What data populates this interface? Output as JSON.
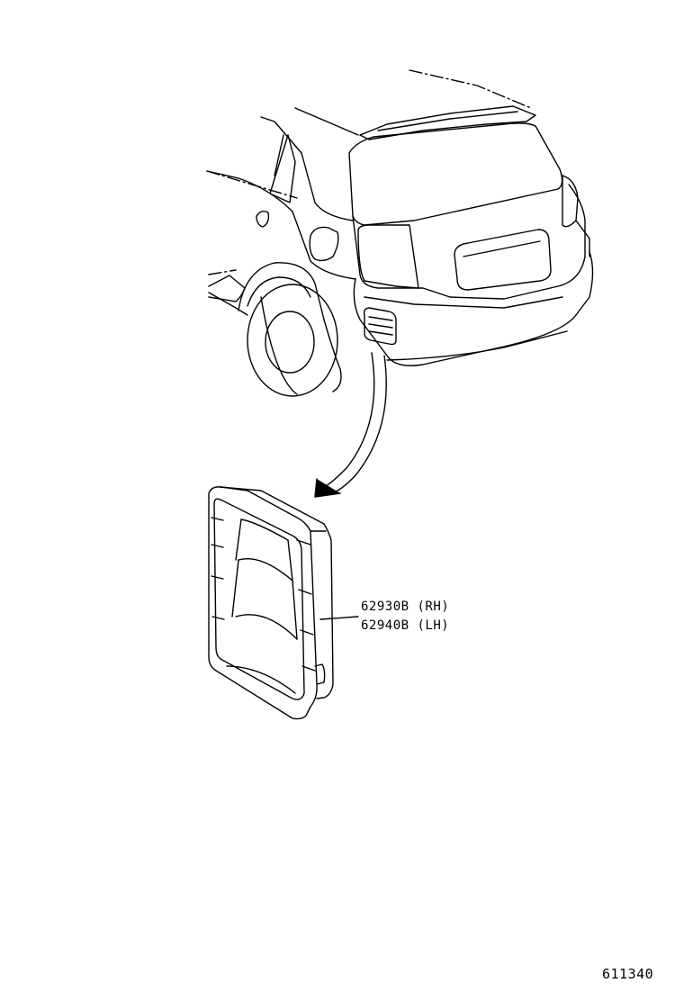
{
  "parts": [
    {
      "number": "62930B",
      "side": "(RH)"
    },
    {
      "number": "62940B",
      "side": "(LH)"
    }
  ],
  "labels": {
    "part_rh": "62930B (RH)",
    "part_lh": "62940B (LH)",
    "illustration_id": "611340"
  },
  "colors": {
    "line": "#000000",
    "background": "#ffffff"
  }
}
